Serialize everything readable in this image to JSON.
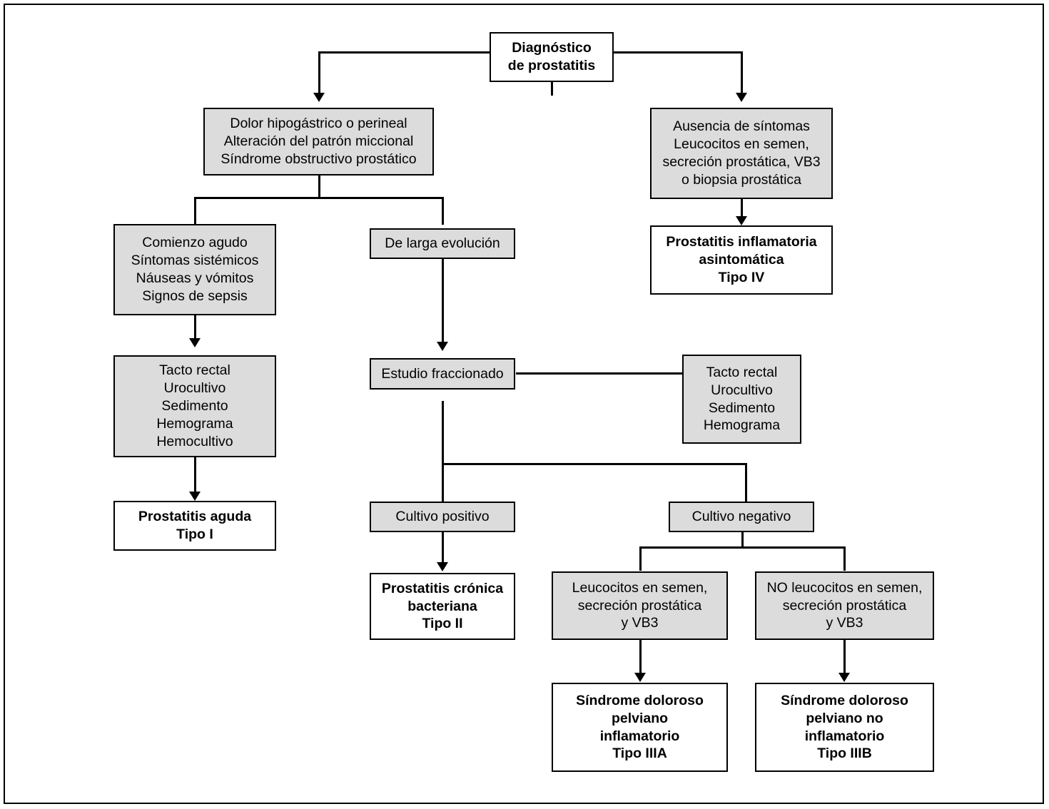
{
  "diagram": {
    "title": "Diagnóstico de prostatitis",
    "type": "flowchart",
    "language": "es",
    "colors": {
      "node_fill_gray": "#dcdcdc",
      "node_fill_white": "#ffffff",
      "border": "#000000",
      "text": "#000000",
      "background": "#ffffff"
    },
    "nodes": [
      {
        "id": "root",
        "lines": [
          "Diagnóstico",
          "de prostatitis"
        ],
        "style": "white-bold"
      },
      {
        "id": "sintomas",
        "lines": [
          "Dolor hipogástrico o perineal",
          "Alteración del patrón miccional",
          "Síndrome obstructivo prostático"
        ],
        "style": "gray"
      },
      {
        "id": "asintomatico",
        "lines": [
          "Ausencia de síntomas",
          "Leucocitos en semen,",
          "secreción prostática, VB3",
          "o biopsia prostática"
        ],
        "style": "gray"
      },
      {
        "id": "tipo4",
        "lines": [
          "Prostatitis inflamatoria",
          "asintomática",
          "Tipo IV"
        ],
        "style": "white-bold"
      },
      {
        "id": "agudo",
        "lines": [
          "Comienzo agudo",
          "Síntomas sistémicos",
          "Náuseas y vómitos",
          "Signos de sepsis"
        ],
        "style": "gray"
      },
      {
        "id": "larga-evolucion",
        "lines": [
          "De larga evolución"
        ],
        "style": "gray"
      },
      {
        "id": "pruebas-agudo",
        "lines": [
          "Tacto rectal",
          "Urocultivo",
          "Sedimento",
          "Hemograma",
          "Hemocultivo"
        ],
        "style": "gray"
      },
      {
        "id": "estudio-fraccionado",
        "lines": [
          "Estudio fraccionado"
        ],
        "style": "gray"
      },
      {
        "id": "pruebas-cronico",
        "lines": [
          "Tacto rectal",
          "Urocultivo",
          "Sedimento",
          "Hemograma"
        ],
        "style": "gray"
      },
      {
        "id": "tipo1",
        "lines": [
          "Prostatitis aguda",
          "Tipo I"
        ],
        "style": "white-bold"
      },
      {
        "id": "cultivo-positivo",
        "lines": [
          "Cultivo positivo"
        ],
        "style": "gray"
      },
      {
        "id": "cultivo-negativo",
        "lines": [
          "Cultivo negativo"
        ],
        "style": "gray"
      },
      {
        "id": "tipo2",
        "lines": [
          "Prostatitis crónica",
          "bacteriana",
          "Tipo II"
        ],
        "style": "white-bold"
      },
      {
        "id": "leucocitos-si",
        "lines": [
          "Leucocitos en semen,",
          "secreción prostática",
          "y VB3"
        ],
        "style": "gray"
      },
      {
        "id": "leucocitos-no",
        "lines": [
          "NO leucocitos en semen,",
          "secreción prostática",
          "y VB3"
        ],
        "style": "gray"
      },
      {
        "id": "tipo3a",
        "lines": [
          "Síndrome doloroso",
          "pelviano",
          "inflamatorio",
          "Tipo IIIA"
        ],
        "style": "white-bold"
      },
      {
        "id": "tipo3b",
        "lines": [
          "Síndrome doloroso",
          "pelviano no",
          "inflamatorio",
          "Tipo IIIB"
        ],
        "style": "white-bold"
      }
    ]
  }
}
